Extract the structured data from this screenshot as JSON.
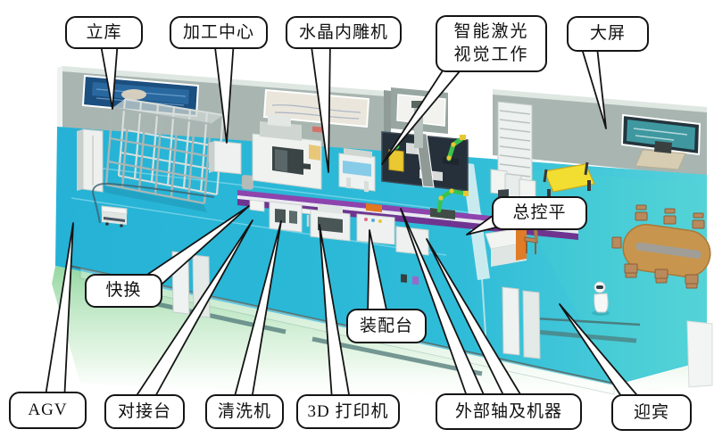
{
  "diagram": {
    "type": "labeled-3d-facility-layout",
    "callouts": [
      {
        "id": "liku",
        "text": "立库"
      },
      {
        "id": "jiagong",
        "text": "加工中心"
      },
      {
        "id": "shuijing",
        "text": "水晶内雕机"
      },
      {
        "id": "zhineng",
        "text": "智能激光视觉工作",
        "line1": "智能激光",
        "line2": "视觉工作"
      },
      {
        "id": "daping",
        "text": "大屏"
      },
      {
        "id": "zongkong",
        "text": "总控平"
      },
      {
        "id": "kuaihuan",
        "text": "快换"
      },
      {
        "id": "zhuangpei",
        "text": "装配台"
      },
      {
        "id": "agv",
        "text": "AGV"
      },
      {
        "id": "duijie",
        "text": "对接台"
      },
      {
        "id": "qingxi",
        "text": "清洗机"
      },
      {
        "id": "3dprint",
        "text": "3D 打印机"
      },
      {
        "id": "waibu",
        "text": "外部轴及机器"
      },
      {
        "id": "yingbin",
        "text": "迎宾"
      }
    ],
    "scene_elements": [
      {
        "name": "stacker-rack-warehouse",
        "color": "#aab6b4"
      },
      {
        "name": "cnc-machining-center",
        "color": "#f0f2f0"
      },
      {
        "name": "crystal-engraving-machine",
        "color": "#eef2f0"
      },
      {
        "name": "laser-vision-platform",
        "color": "#26303a"
      },
      {
        "name": "robot-arm-green",
        "color": "#3bc24e"
      },
      {
        "name": "robot-arm-yellow",
        "color": "#e8c832"
      },
      {
        "name": "external-axis-rail",
        "color": "#8e44ad"
      },
      {
        "name": "agv-cart",
        "color": "#f4f6f4"
      },
      {
        "name": "console-desk-accent",
        "color": "#e07b28"
      },
      {
        "name": "conference-table-wood",
        "color": "#c8954e"
      },
      {
        "name": "yellow-bench",
        "color": "#f2de30"
      },
      {
        "name": "welcome-robot",
        "color": "#ffffff"
      },
      {
        "name": "big-screen-frame",
        "color": "#24343c"
      },
      {
        "name": "wall-panel",
        "color": "#a8b5b1"
      },
      {
        "name": "floor-cyan",
        "color": "#29b5d8"
      },
      {
        "name": "apron-green",
        "color": "#95d9a2"
      },
      {
        "name": "poster-blue",
        "color": "#1b4f80"
      }
    ]
  }
}
